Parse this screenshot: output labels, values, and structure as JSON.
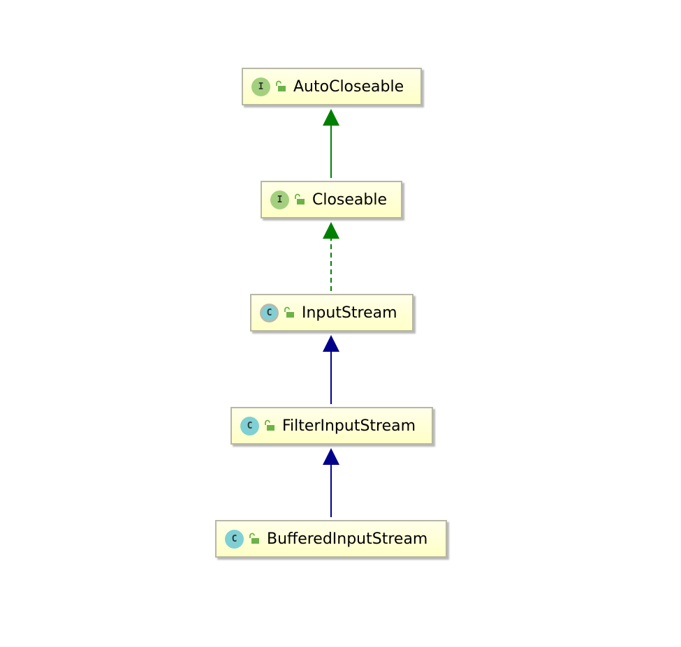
{
  "diagram": {
    "nodes": [
      {
        "id": "autocloseable",
        "name": "AutoCloseable",
        "kind": "interface",
        "badge": "I",
        "icon": "unlock-icon"
      },
      {
        "id": "closeable",
        "name": "Closeable",
        "kind": "interface",
        "badge": "I",
        "icon": "unlock-icon"
      },
      {
        "id": "inputstream",
        "name": "InputStream",
        "kind": "abstract-class",
        "badge": "C",
        "icon": "unlock-icon"
      },
      {
        "id": "filterinputstream",
        "name": "FilterInputStream",
        "kind": "class",
        "badge": "C",
        "icon": "unlock-icon"
      },
      {
        "id": "bufferedinputstream",
        "name": "BufferedInputStream",
        "kind": "class",
        "badge": "C",
        "icon": "unlock-icon"
      }
    ],
    "edges": [
      {
        "from": "closeable",
        "to": "autocloseable",
        "relation": "extends",
        "style": "solid",
        "color": "#008000"
      },
      {
        "from": "inputstream",
        "to": "closeable",
        "relation": "implements",
        "style": "dashed",
        "color": "#008000"
      },
      {
        "from": "filterinputstream",
        "to": "inputstream",
        "relation": "extends",
        "style": "solid",
        "color": "#00008b"
      },
      {
        "from": "bufferedinputstream",
        "to": "filterinputstream",
        "relation": "extends",
        "style": "solid",
        "color": "#00008b"
      }
    ],
    "colors": {
      "interface_badge": "#a3d07f",
      "class_badge": "#7fd0d5",
      "node_fill": "#ffffc6",
      "node_border": "#b7b7a4",
      "lock": "#6cb24a"
    }
  }
}
